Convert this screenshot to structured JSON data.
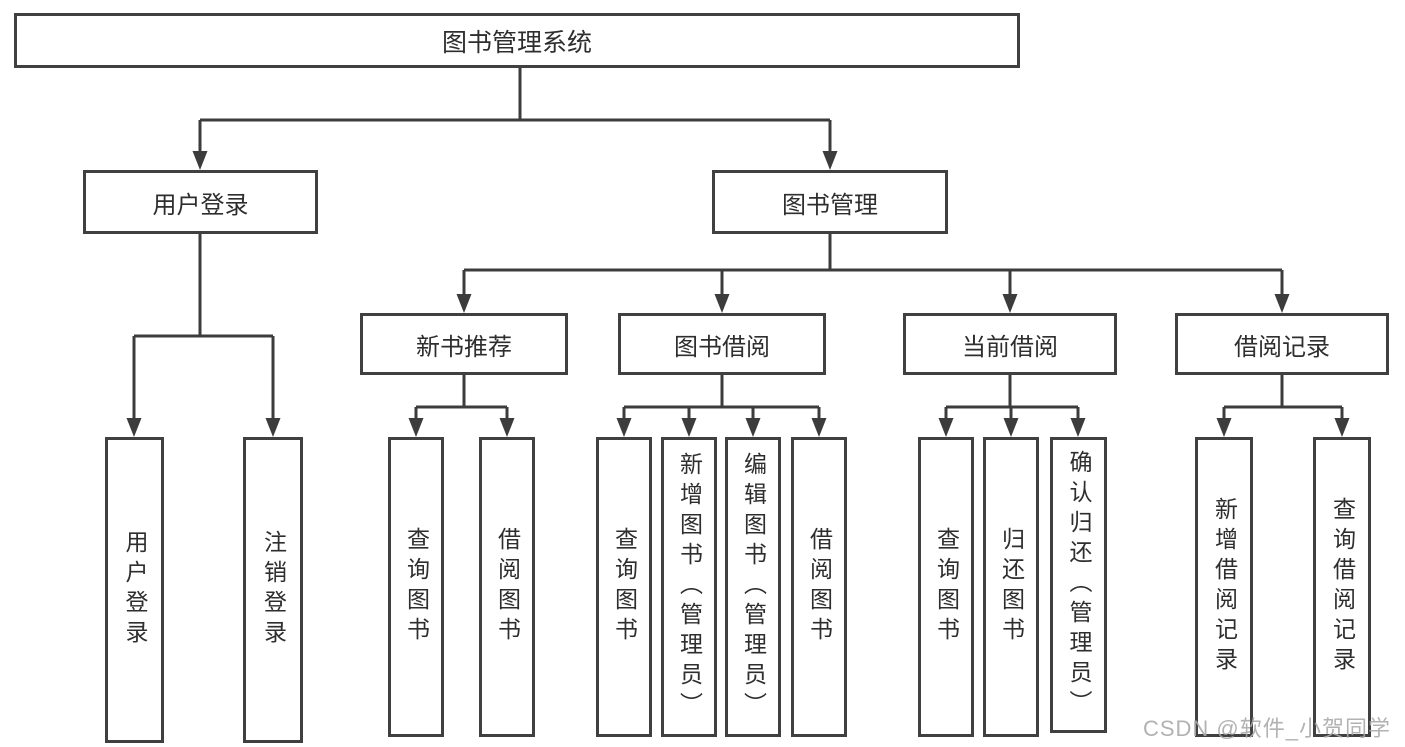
{
  "tree": {
    "label": "图书管理系统",
    "children": [
      {
        "label": "用户登录",
        "children": [
          {
            "label": "用户登录"
          },
          {
            "label": "注销登录"
          }
        ]
      },
      {
        "label": "图书管理",
        "children": [
          {
            "label": "新书推荐",
            "children": [
              {
                "label": "查询图书"
              },
              {
                "label": "借阅图书"
              }
            ]
          },
          {
            "label": "图书借阅",
            "children": [
              {
                "label": "查询图书"
              },
              {
                "label": "新增图书（管理员）"
              },
              {
                "label": "编辑图书（管理员）"
              },
              {
                "label": "借阅图书"
              }
            ]
          },
          {
            "label": "当前借阅",
            "children": [
              {
                "label": "查询图书"
              },
              {
                "label": "归还图书"
              },
              {
                "label": "确认归还（管理员）"
              }
            ]
          },
          {
            "label": "借阅记录",
            "children": [
              {
                "label": "新增借阅记录"
              },
              {
                "label": "查询借阅记录"
              }
            ]
          }
        ]
      }
    ]
  },
  "watermark": "CSDN @软件_小贺同学",
  "colors": {
    "line": "#3c3c3c",
    "border": "#404040",
    "text": "#2e2e2e",
    "watermark": "#aaaaaa"
  }
}
